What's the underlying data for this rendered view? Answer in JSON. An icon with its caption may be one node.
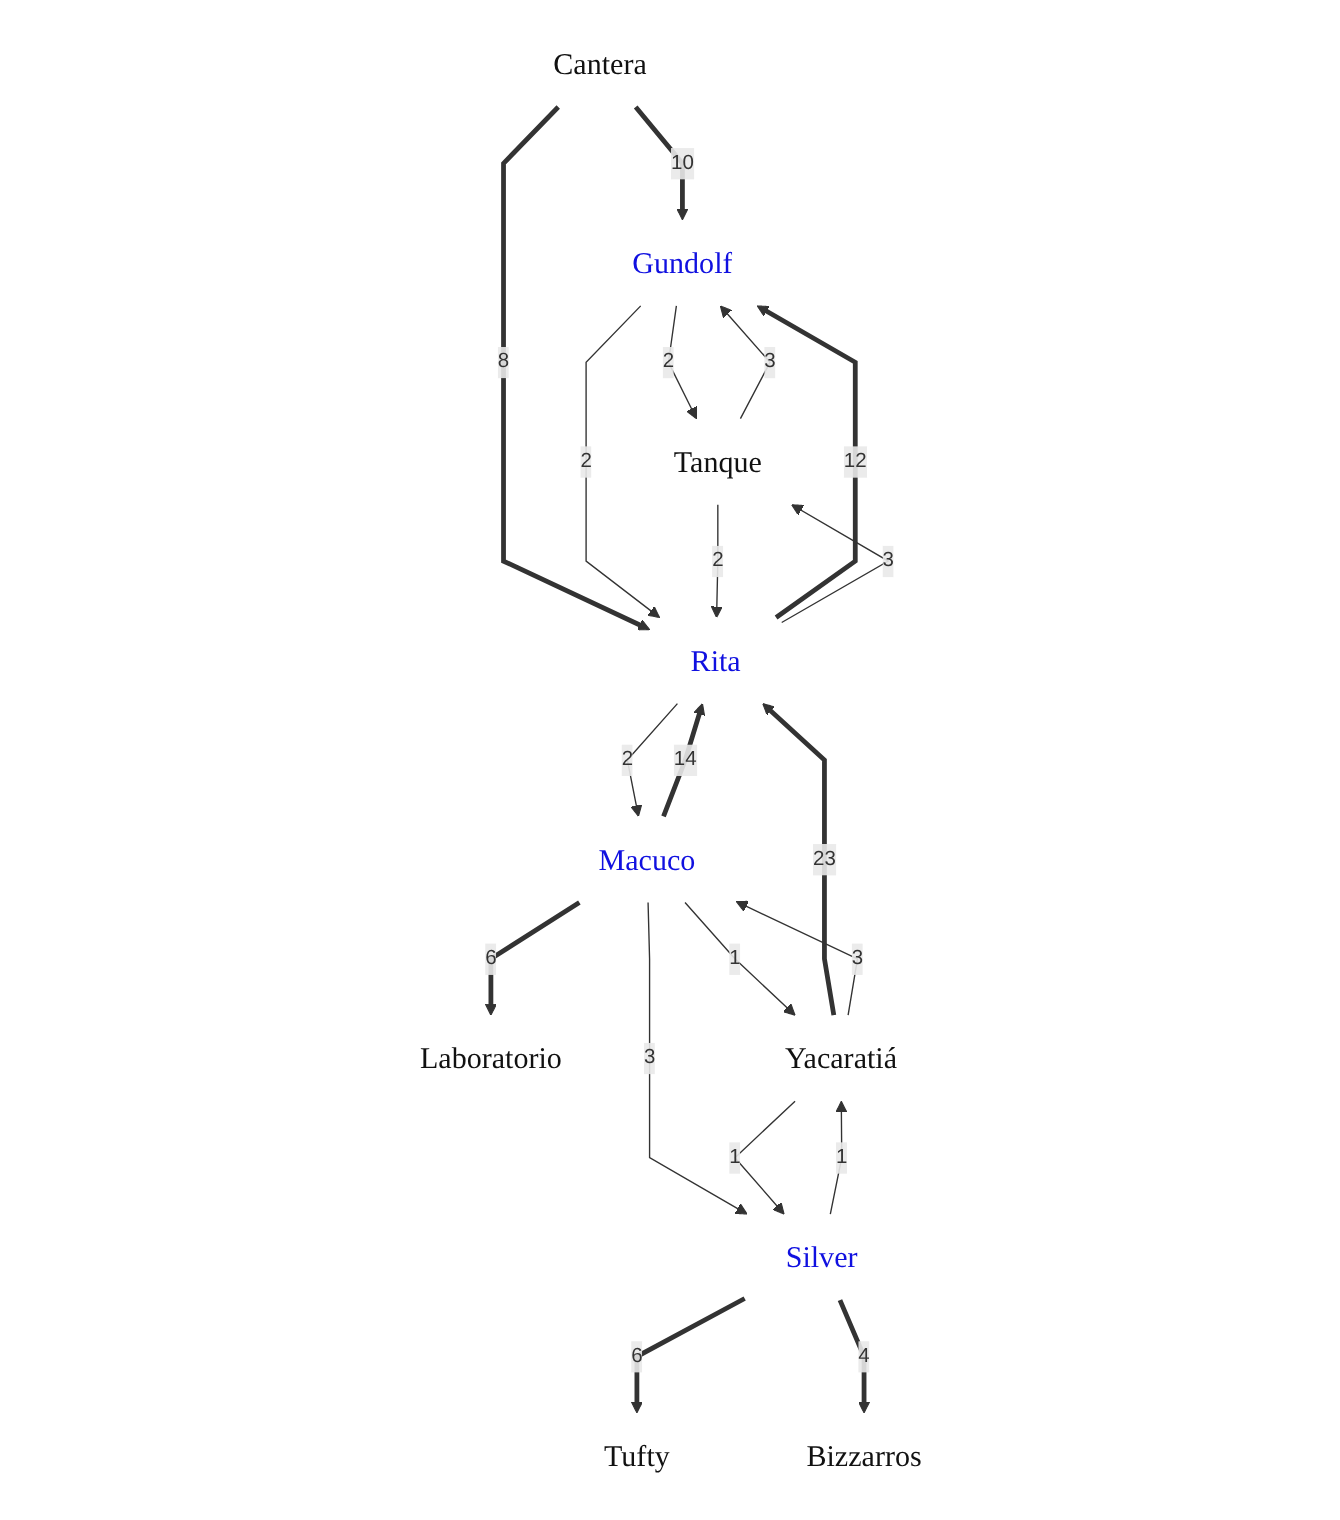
{
  "diagram": {
    "nodes": [
      {
        "text": [
          "Gundolf"
        ]
      },
      {
        "text": [
          "Cantera"
        ]
      },
      {
        "text": [
          "Tanque"
        ]
      },
      {
        "text": [
          "Rita"
        ]
      },
      {
        "text": [
          "Laboratorio"
        ]
      },
      {
        "text": [
          "Macuco"
        ]
      },
      {
        "text": [
          "Yacaratiá"
        ]
      },
      {
        "text": [
          "Tufty"
        ]
      },
      {
        "text": [
          "Silver"
        ]
      },
      {
        "text": [
          "Bizzarros"
        ]
      }
    ],
    "edges": [
      {
        "from": 1,
        "to": 0,
        "arrow": "to",
        "label": "10",
        "style": "thick"
      },
      {
        "from": 1,
        "to": 3,
        "arrow": "to",
        "label": "8",
        "style": "thick"
      },
      {
        "from": 0,
        "to": 2,
        "arrow": "to",
        "label": "2"
      },
      {
        "from": 2,
        "to": 0,
        "arrow": "to",
        "label": "3"
      },
      {
        "from": 0,
        "to": 3,
        "arrow": "to",
        "label": "2"
      },
      {
        "from": 3,
        "to": 0,
        "arrow": "to",
        "label": "12",
        "style": "thick"
      },
      {
        "from": 3,
        "to": 2,
        "arrow": "to",
        "label": "3"
      },
      {
        "from": 2,
        "to": 3,
        "arrow": "to",
        "label": "2"
      },
      {
        "from": 5,
        "to": 3,
        "arrow": "to",
        "label": "14",
        "style": "thick"
      },
      {
        "from": 3,
        "to": 5,
        "arrow": "to",
        "label": "2"
      },
      {
        "from": 6,
        "to": 3,
        "arrow": "to",
        "label": "23",
        "style": "thick"
      },
      {
        "from": 5,
        "to": 4,
        "arrow": "to",
        "label": "6",
        "style": "thick"
      },
      {
        "from": 6,
        "to": 5,
        "arrow": "to",
        "label": "3"
      },
      {
        "from": 5,
        "to": 6,
        "arrow": "to",
        "label": "1"
      },
      {
        "from": 5,
        "to": 8,
        "arrow": "to",
        "label": "3"
      },
      {
        "from": 8,
        "to": 6,
        "arrow": "to",
        "label": "1"
      },
      {
        "from": 6,
        "to": 8,
        "arrow": "to",
        "label": "1"
      },
      {
        "from": 8,
        "to": 7,
        "arrow": "to",
        "label": "6",
        "style": "thick"
      },
      {
        "from": 8,
        "to": 9,
        "arrow": "to",
        "label": "4",
        "style": "thick"
      }
    ]
  }
}
